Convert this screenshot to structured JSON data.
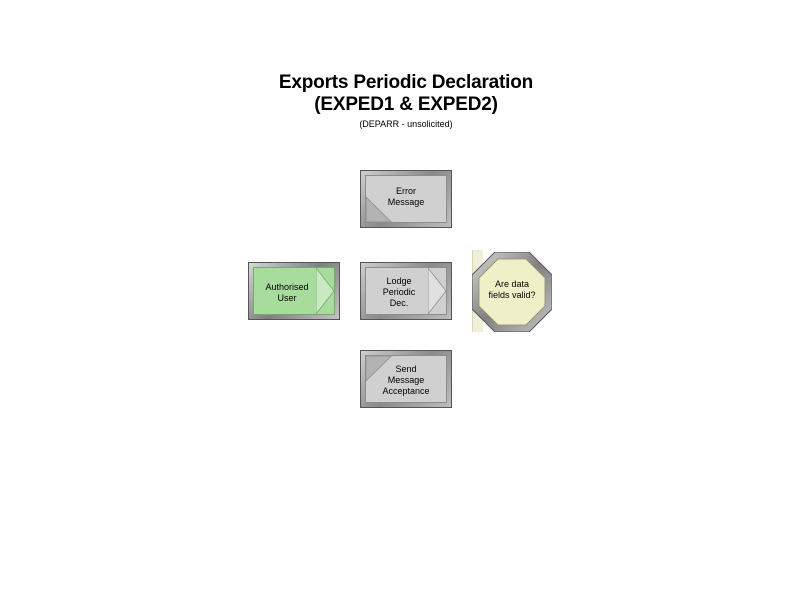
{
  "header": {
    "title_line1": "Exports Periodic Declaration",
    "title_line2": "(EXPED1 & EXPED2)",
    "subtitle": "(DEPARR - unsolicited)"
  },
  "nodes": {
    "error_message": {
      "label": "Error\nMessage"
    },
    "authorised_user": {
      "label": "Authorised\nUser"
    },
    "lodge_periodic_dec": {
      "label": "Lodge\nPeriodic\nDec."
    },
    "data_fields_valid": {
      "label": "Are data\nfields valid?"
    },
    "send_message_acceptance": {
      "label": "Send\nMessage\nAcceptance"
    }
  },
  "colors": {
    "actor_green": "#a7dc9d",
    "process_gray": "#d0d0d0",
    "decision_yellow": "#f0f0c8"
  }
}
